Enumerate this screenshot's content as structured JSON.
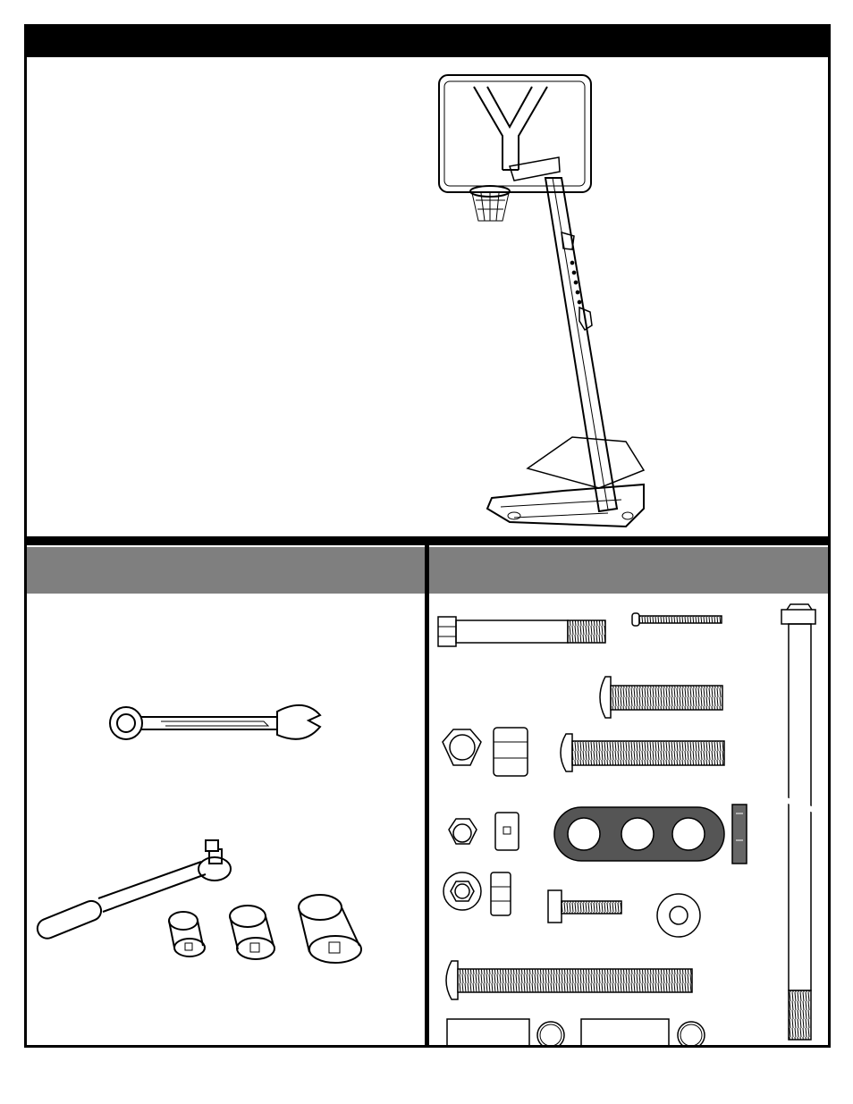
{
  "page": {
    "title": "",
    "hero_image": "assembled-portable-basketball-system-illustration"
  },
  "tools_panel": {
    "header": "",
    "items": [
      "combination-wrench",
      "ratchet-with-sockets"
    ]
  },
  "hardware_panel": {
    "header": "",
    "items": [
      "hex-bolt",
      "pan-head-screw",
      "long-hex-bolt",
      "carriage-bolt-short",
      "hex-nut-large",
      "lock-nut-large",
      "carriage-bolt-medium",
      "hex-nut-small",
      "lock-nut-small",
      "three-hole-spacer",
      "end-plug",
      "flange-nut",
      "flange-lock-nut",
      "flange-bolt",
      "flat-washer",
      "carriage-bolt-long",
      "spacer-tube-a",
      "ring-a",
      "spacer-tube-b",
      "ring-b"
    ]
  },
  "colors": {
    "border": "#000000",
    "header_gray": "#7f7f7f",
    "spacer_gray": "#555555"
  }
}
